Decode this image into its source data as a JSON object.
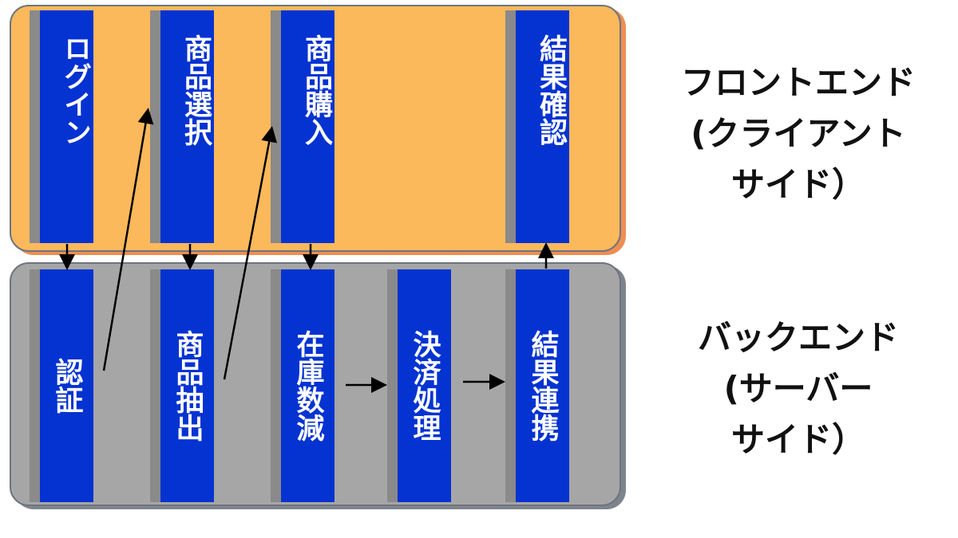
{
  "frontend": {
    "label": "フロントエンド\n(クライアント\nサイド）",
    "steps": [
      "ログイン",
      "商品選択",
      "商品購入",
      "結果確認"
    ]
  },
  "backend": {
    "label": "バックエンド\n(サーバー\nサイド）",
    "steps": [
      "認証",
      "商品抽出",
      "在庫数減",
      "決済処理",
      "結果連携"
    ]
  },
  "colors": {
    "frontend_lane": "#fcb95b",
    "backend_lane": "#a6a6a6",
    "step_box": "#0533d1",
    "arrow": "#000000"
  }
}
